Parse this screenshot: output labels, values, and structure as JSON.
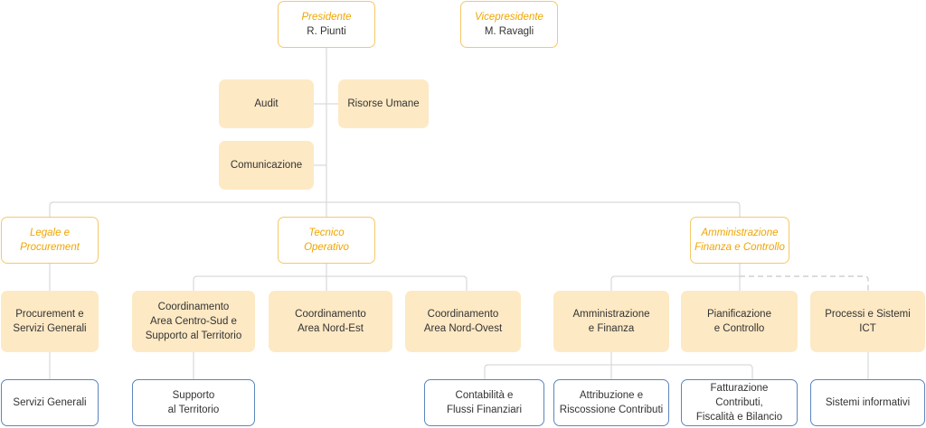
{
  "diagram": {
    "presidente": {
      "title": "Presidente",
      "name": "R. Piunti"
    },
    "vicepresidente": {
      "title": "Vicepresidente",
      "name": "M. Ravagli"
    },
    "staff": {
      "audit": "Audit",
      "risorse_umane": "Risorse Umane",
      "comunicazione": "Comunicazione"
    },
    "divisions": {
      "legale": "Legale e\nProcurement",
      "tecnico": "Tecnico\nOperativo",
      "amministrazione": "Amministrazione\nFinanza e Controllo"
    },
    "units": {
      "procurement": "Procurement e\nServizi Generali",
      "centro_sud": "Coordinamento\nArea Centro-Sud e\nSupporto al Territorio",
      "nord_est": "Coordinamento\nArea Nord-Est",
      "nord_ovest": "Coordinamento\nArea Nord-Ovest",
      "amm_finanza": "Amministrazione\ne Finanza",
      "pianificazione": "Pianificazione\ne Controllo",
      "processi": "Processi e Sistemi\nICT"
    },
    "offices": {
      "servizi_generali": "Servizi Generali",
      "supporto": "Supporto\nal Territorio",
      "contabilita": "Contabilità e\nFlussi Finanziari",
      "attribuzione": "Attribuzione e\nRiscossione Contributi",
      "fatturazione": "Fatturazione Contributi,\nFiscalità e Bilancio",
      "sistemi": "Sistemi informativi"
    },
    "colors": {
      "accent": "#f0a500",
      "role_border": "#f5c86a",
      "unit_fill": "#fde9c4",
      "office_border": "#5a86be",
      "connector": "#d9d9d9"
    }
  }
}
